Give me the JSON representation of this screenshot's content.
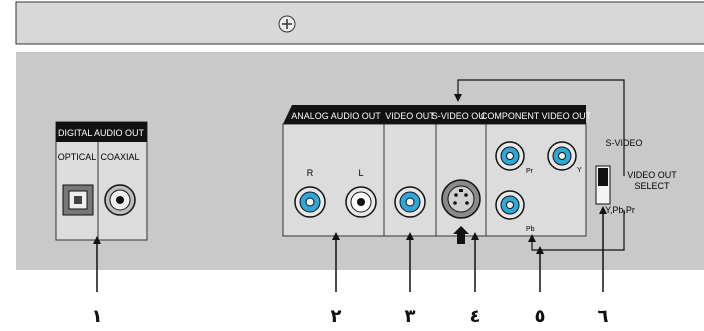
{
  "panels": {
    "digital_audio_out": "DIGITAL AUDIO OUT",
    "optical": "OPTICAL",
    "coaxial": "COAXIAL",
    "analog_audio_out": "ANALOG AUDIO OUT",
    "right": "R",
    "left": "L",
    "video_out": "VIDEO OUT",
    "s_video_out": "S-VIDEO OUT",
    "component_video_out": "COMPONENT VIDEO OUT",
    "pr": "Pr",
    "y": "Y",
    "pb": "Pb"
  },
  "switch": {
    "s_video": "S-VIDEO",
    "select_line1": "VIDEO OUT",
    "select_line2": "SELECT",
    "ypbpr": "Y,Pb,Pr"
  },
  "callouts": [
    "١",
    "٢",
    "٣",
    "٤",
    "٥",
    "٦"
  ],
  "colors": {
    "panel": "#c8c8c8",
    "top_strip": "#d6d6d6",
    "connector_blue": "#2fa8d8",
    "header_black": "#111111"
  }
}
